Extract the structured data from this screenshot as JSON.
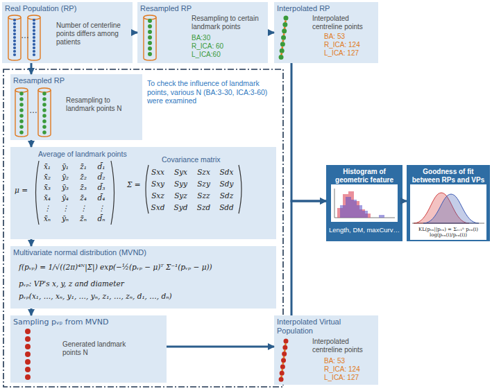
{
  "diagram": {
    "nodes": [
      {
        "text": [
          "Real Population (RP)",
          "Number of centerline points differs among patients"
        ]
      },
      {
        "text": [
          "Resampled RP",
          "Resampling to certain landmark points",
          "BA:30",
          "R_ICA: 60",
          "L_ICA:60"
        ]
      },
      {
        "text": [
          "Interpolated RP",
          "Interpolated centreline points",
          "BA: 53",
          "R_ICA: 124",
          "L_ICA: 127"
        ]
      },
      {
        "text": [
          "Resampled RP",
          "Resampling to landmark points N"
        ]
      },
      {
        "text": [
          "Average of landmark points",
          "Covariance matrix",
          "μ =",
          "x̄₁",
          "ȳ₁",
          "z̄₁",
          "d̄₁",
          "x̄₂",
          "ȳ₂",
          "z̄₂",
          "d̄₂",
          "x̄₃",
          "ȳ₃",
          "z̄₃",
          "d̄₃",
          "x̄₄",
          "ȳ₄",
          "z̄₄",
          "d̄₄",
          "⋮",
          "⋮",
          "⋮",
          "⋮",
          "x̄ₙ",
          "ȳₙ",
          "z̄ₙ",
          "d̄ₙ",
          "Σ =",
          "Sxx",
          "Syx",
          "Szx",
          "Sdx",
          "Sxy",
          "Syy",
          "Szy",
          "Sdy",
          "Sxz",
          "Syz",
          "Szz",
          "Sdz",
          "Sxd",
          "Syd",
          "Szd",
          "Sdd"
        ]
      },
      {
        "text": [
          "Multivariate normal distribution (MVND)",
          "f(pᵥₚ) = 1/√((2π)⁴ᴺ|Σ|) exp(−½(pᵥₚ − μ)ᵀ Σ⁻¹(pᵥₚ − μ))",
          "pᵥₚ: VP's x, y, z and diameter",
          "pᵥₚ(x₁, …, xₙ, y₁, …, yₙ, z₁, …, zₙ, d₁, …, dₙ)"
        ]
      },
      {
        "text": [
          "Sampling pᵥₚ from MVND",
          "Generated landmark points N"
        ]
      },
      {
        "text": [
          "Interpolated Virtual Population",
          "Interpolated centreline points",
          "BA: 53",
          "R_ICA: 124",
          "L_ICA: 127"
        ]
      },
      {
        "text": [
          "Histogram of geometric feature",
          "Length, DM, maxCurv…"
        ]
      },
      {
        "text": [
          "Goodness of fit between RPs and VPs",
          "KL(pᵥₓ||pᵣₓ) = Σᵢ₌₁ⁿ pᵥₓ(i) log(pᵥₓ(i)/pᵣₓ(i))"
        ]
      }
    ],
    "edges": [
      {
        "from": 0,
        "to": 1,
        "arrow": "to"
      },
      {
        "from": 1,
        "to": 2,
        "arrow": "to"
      },
      {
        "from": 0,
        "to": 3,
        "arrow": "to"
      },
      {
        "from": 3,
        "to": 4,
        "arrow": "to"
      },
      {
        "from": 4,
        "to": 5,
        "arrow": "to"
      },
      {
        "from": 5,
        "to": 6,
        "arrow": "to"
      },
      {
        "from": 6,
        "to": 7,
        "arrow": "to"
      },
      {
        "from": 2,
        "to": 8,
        "arrow": "to"
      },
      {
        "from": 7,
        "to": 8,
        "arrow": "to"
      },
      {
        "from": 8,
        "to": 9,
        "arrow": "to"
      }
    ],
    "labels": [
      "To check the influence of landmark points, various N (BA:3-30, ICA:3-60) were examined",
      "…",
      "…"
    ]
  }
}
